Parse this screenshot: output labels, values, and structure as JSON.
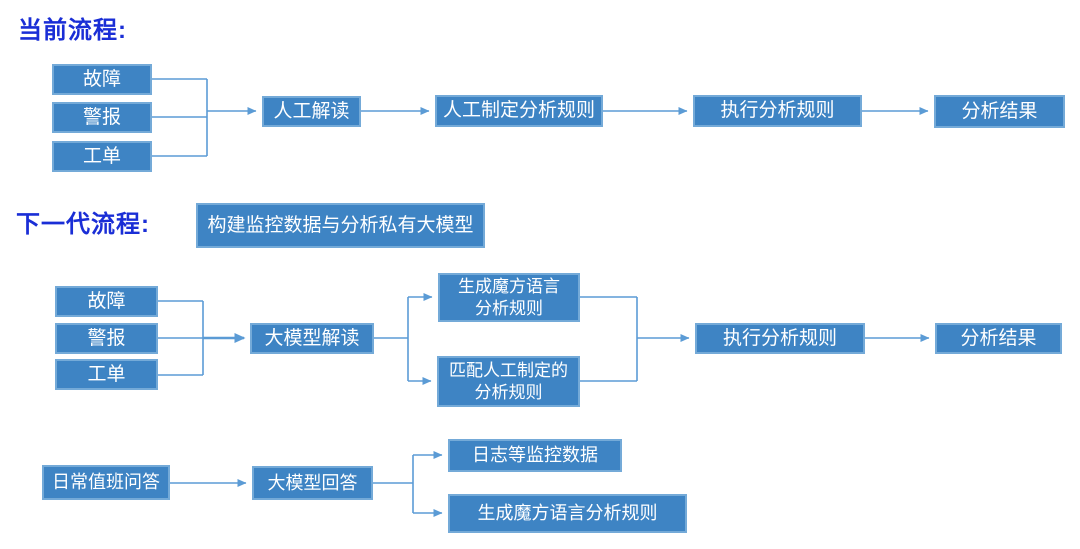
{
  "headings": {
    "current": "当前流程:",
    "next": "下一代流程:"
  },
  "colors": {
    "box_fill": "#3e84c4",
    "box_border": "#74aad8",
    "connector": "#5b9bd5",
    "heading_text": "#1a2ed6",
    "box_text": "#ffffff",
    "canvas_bg": "#ffffff"
  },
  "current_flow": {
    "sources": [
      {
        "label": "故障"
      },
      {
        "label": "警报"
      },
      {
        "label": "工单"
      }
    ],
    "interpret": "人工解读",
    "define_rules": "人工制定分析规则",
    "execute": "执行分析规则",
    "result": "分析结果"
  },
  "next_flow": {
    "build_model": "构建监控数据与分析私有大模型",
    "sources": [
      {
        "label": "故障"
      },
      {
        "label": "警报"
      },
      {
        "label": "工单"
      }
    ],
    "interpret": "大模型解读",
    "branch_generate": {
      "line1": "生成魔方语言",
      "line2": "分析规则"
    },
    "branch_match": {
      "line1": "匹配人工制定的",
      "line2": "分析规则"
    },
    "execute": "执行分析规则",
    "result": "分析结果"
  },
  "qa_flow": {
    "question": "日常值班问答",
    "answer": "大模型回答",
    "monitor_data": "日志等监控数据",
    "generate_rules": "生成魔方语言分析规则"
  }
}
